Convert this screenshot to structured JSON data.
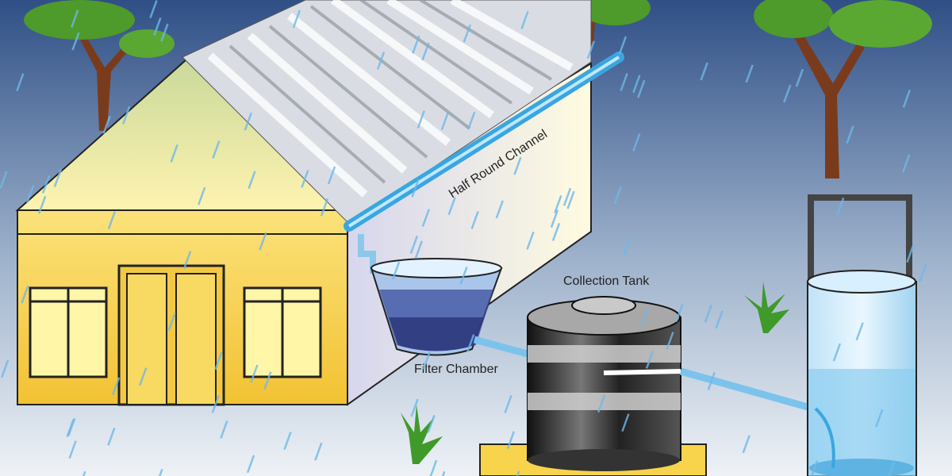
{
  "labels": {
    "gutter": "Half Round Channel",
    "tank": "Collection Tank",
    "filter": "Filter Chamber"
  },
  "colors": {
    "sky_top": "#2f4f86",
    "sky_bottom": "#eef2f6",
    "wall": "#f7d44c",
    "water": "#7cc3ec",
    "tank": "#2a2a2a"
  }
}
